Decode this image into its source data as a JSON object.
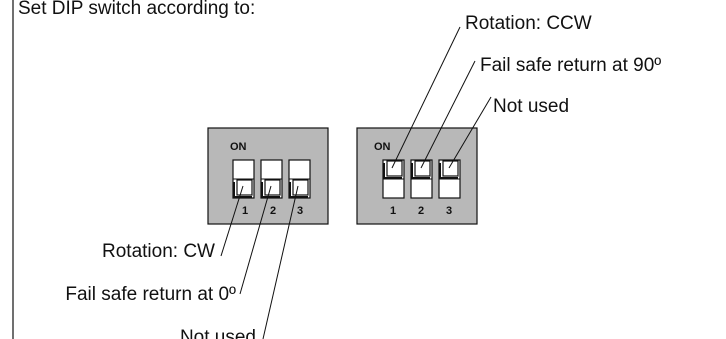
{
  "header_text": "Set DIP switch according to:",
  "switch_left": {
    "on_label": "ON",
    "numbers": [
      "1",
      "2",
      "3"
    ],
    "positions": [
      "off",
      "off",
      "off"
    ]
  },
  "switch_right": {
    "on_label": "ON",
    "numbers": [
      "1",
      "2",
      "3"
    ],
    "positions": [
      "on",
      "on",
      "on"
    ]
  },
  "labels_left": {
    "switch1": "Rotation: CW",
    "switch2": "Fail safe return at 0º",
    "switch3": "Not used"
  },
  "labels_right": {
    "switch1": "Rotation: CCW",
    "switch2": "Fail safe return at 90º",
    "switch3": "Not used"
  },
  "colors": {
    "panel": "#b8b8b8",
    "switch_body": "#ffffff",
    "line": "#111111"
  }
}
